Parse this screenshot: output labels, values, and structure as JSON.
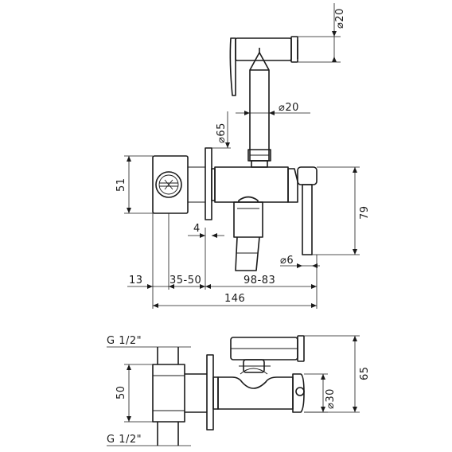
{
  "labels": {
    "dia_20_top": "⌀20",
    "dia_20_mid": "⌀20",
    "dia_65": "⌀65",
    "dim_51": "51",
    "dim_79": "79",
    "dim_4": "4",
    "dia_6": "⌀6",
    "dim_13": "13",
    "dim_35_50": "35-50",
    "dim_98_83": "98-83",
    "dim_146": "146",
    "thread_top": "G 1/2\"",
    "dim_50": "50",
    "thread_bottom": "G 1/2\"",
    "dia_30": "⌀30",
    "dim_65": "65"
  }
}
